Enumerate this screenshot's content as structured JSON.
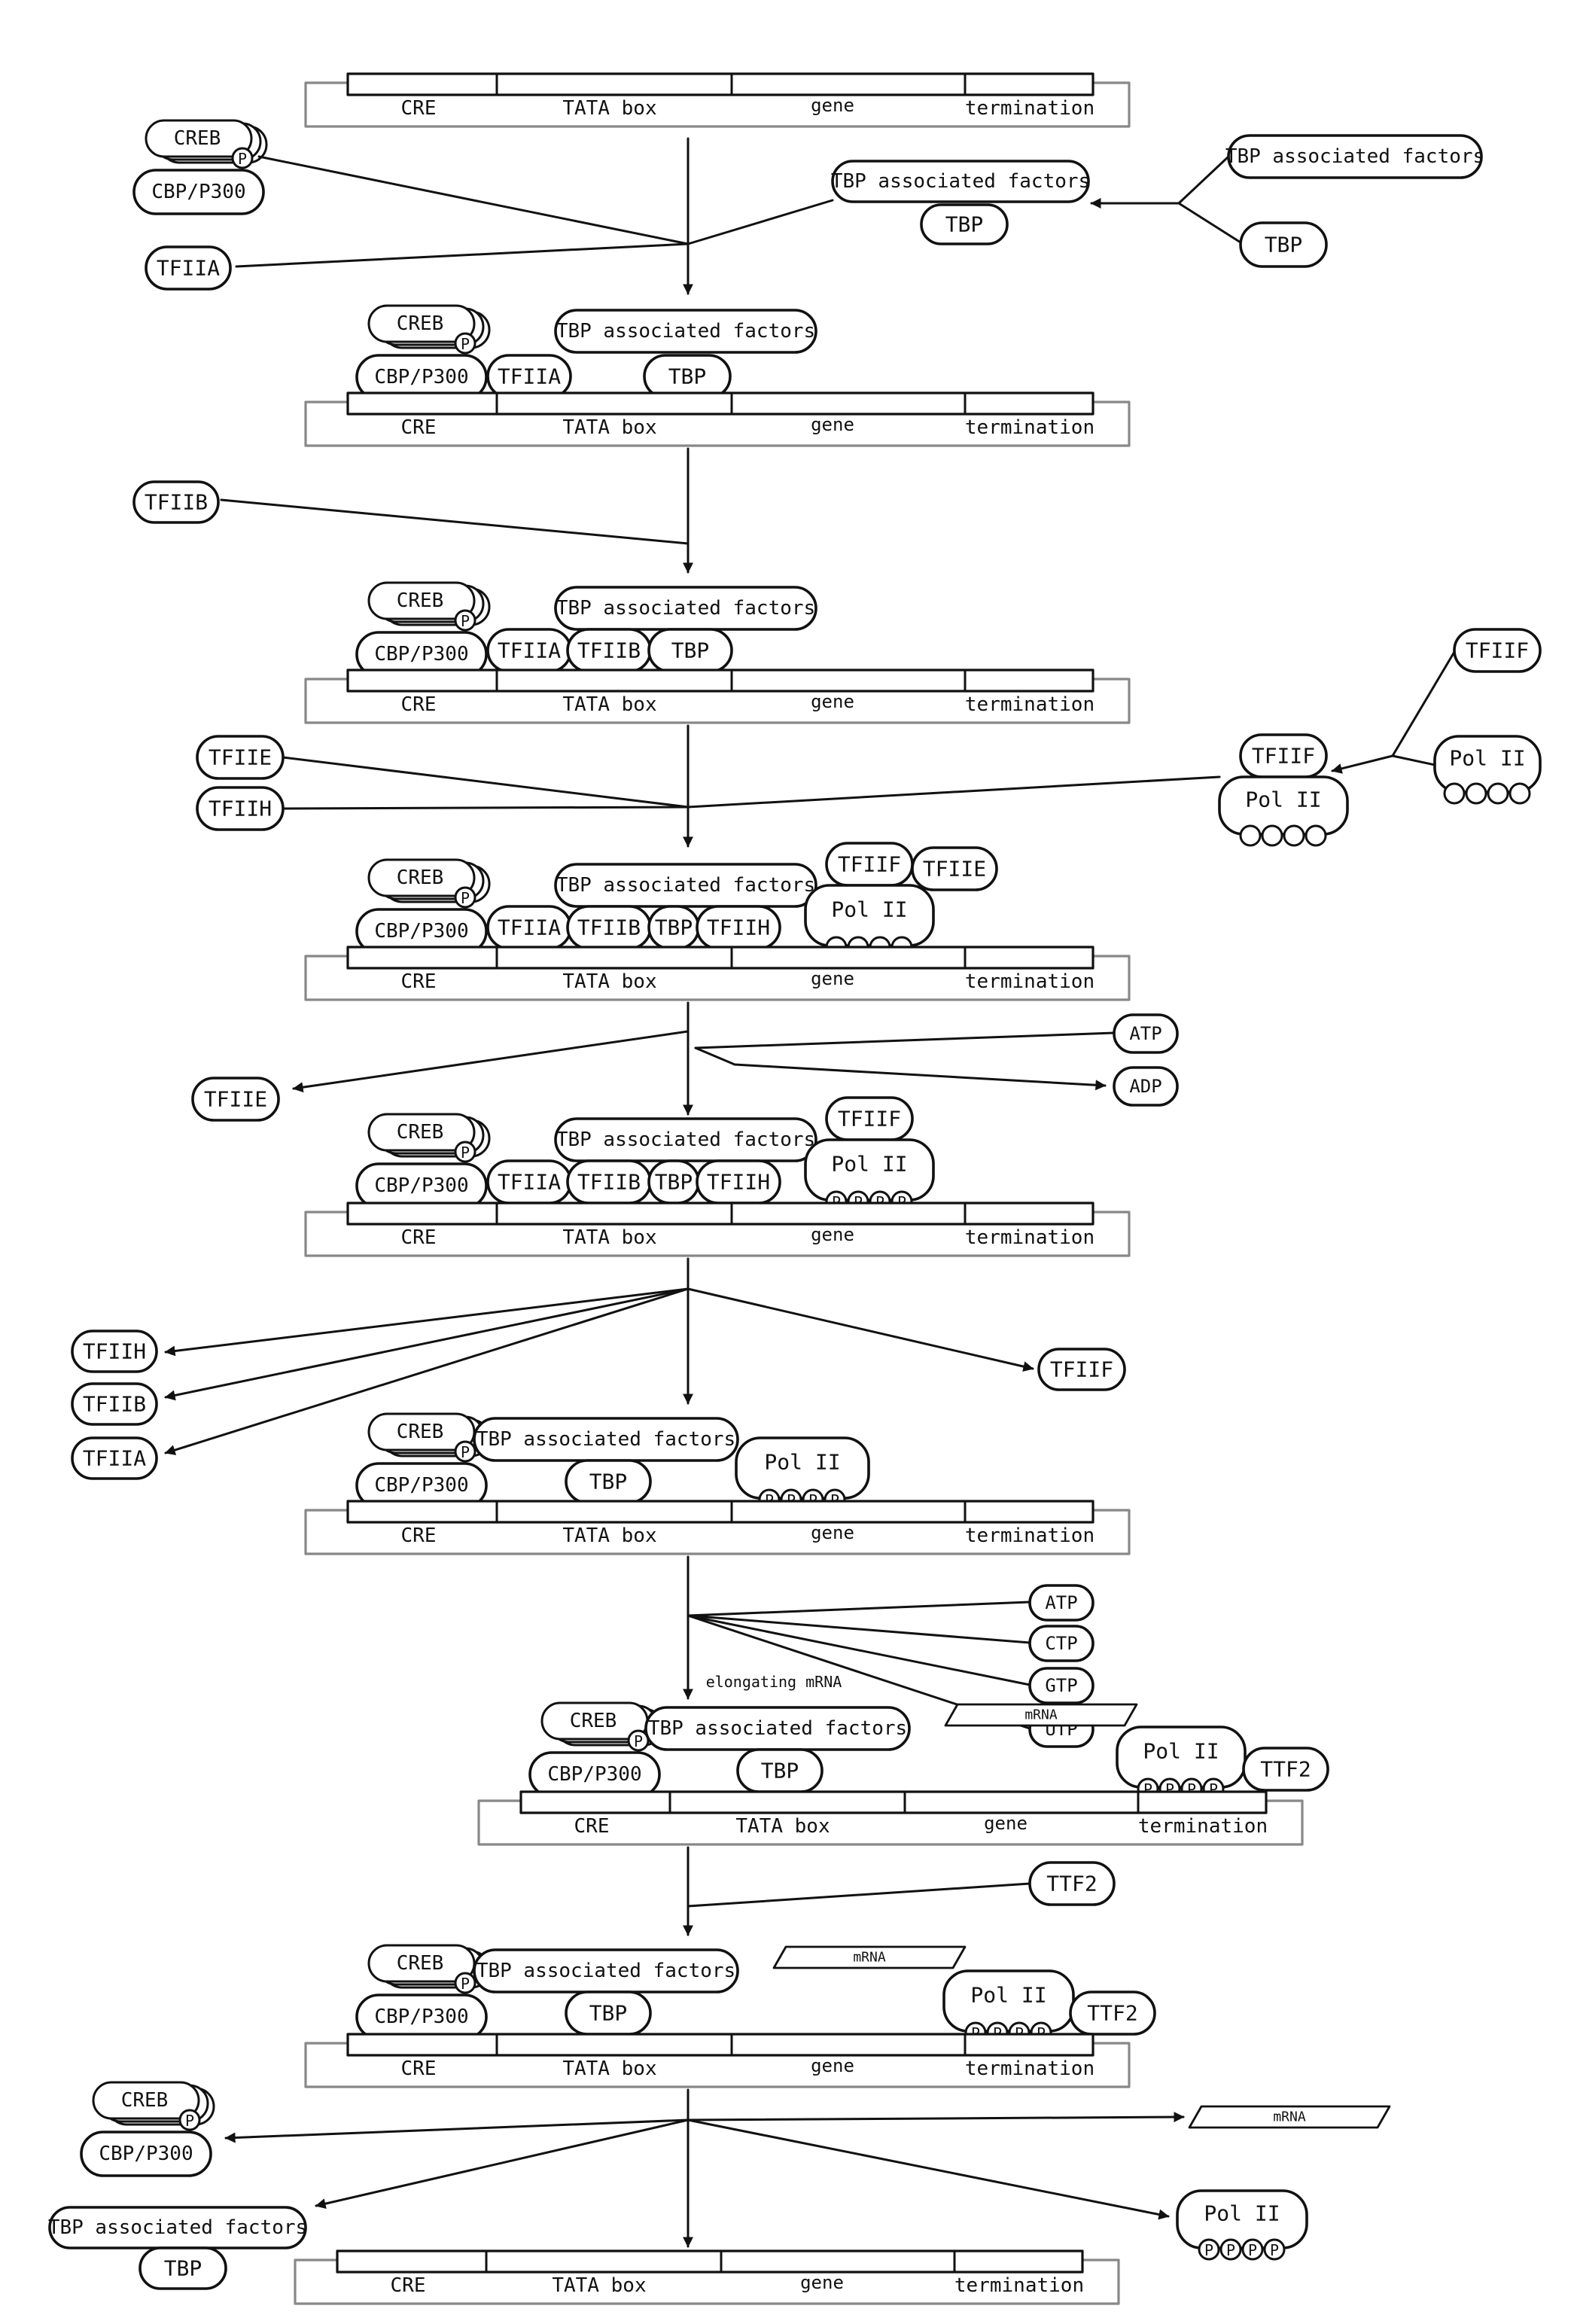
{
  "dna": {
    "cre": "CRE",
    "tata": "TATA box",
    "gene": "gene",
    "termination": "termination"
  },
  "factors": {
    "creb": "CREB",
    "p": "P",
    "cbp": "CBP/P300",
    "taf": "TBP associated factors",
    "tbp": "TBP",
    "tf2a": "TFIIA",
    "tf2b": "TFIIB",
    "tf2e": "TFIIE",
    "tf2f": "TFIIF",
    "tf2h": "TFIIH",
    "pol2": "Pol II",
    "ttf2": "TTF2",
    "atp": "ATP",
    "adp": "ADP",
    "ctp": "CTP",
    "gtp": "GTP",
    "utp": "UTP",
    "mrna": "mRNA",
    "elongating": "elongating mRNA"
  },
  "colors": {
    "stroke": "#111111",
    "dna_box": "#888888",
    "background": "#ffffff"
  }
}
